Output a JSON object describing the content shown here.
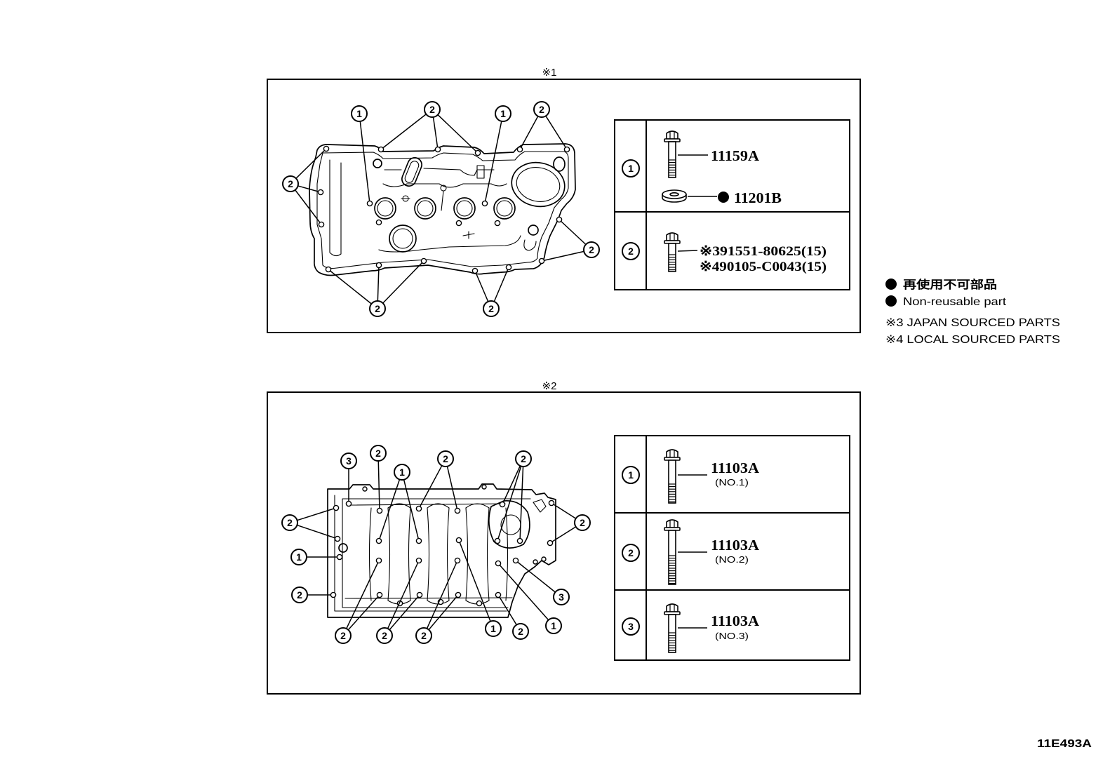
{
  "diagram_code": "11E493A",
  "icons": {
    "non_reusable_mark": "filled-circle-icon",
    "bolt": "flange-bolt-icon",
    "washer": "washer-icon"
  },
  "legend": {
    "non_reusable_ja": "再使用不可部品",
    "non_reusable_en": "Non-reusable part",
    "note_3": "※3 JAPAN SOURCED PARTS",
    "note_4": "※4 LOCAL SOURCED PARTS"
  },
  "panel1": {
    "label": "※1",
    "callouts": [
      "1",
      "2",
      "1",
      "2",
      "2",
      "2",
      "2",
      "2"
    ],
    "table": [
      {
        "key": "1",
        "bolt": "11159A",
        "washer": "11201B",
        "washer_non_reusable": true
      },
      {
        "key": "2",
        "bolt_japan": "※391551-80625(15)",
        "bolt_local": "※490105-C0043(15)"
      }
    ]
  },
  "panel2": {
    "label": "※2",
    "callouts": [
      "3",
      "2",
      "1",
      "2",
      "2",
      "2",
      "2",
      "1",
      "3",
      "2",
      "2",
      "2",
      "2",
      "1",
      "2",
      "1"
    ],
    "table": [
      {
        "key": "1",
        "part": "11103A",
        "sub": "(NO.1)"
      },
      {
        "key": "2",
        "part": "11103A",
        "sub": "(NO.2)"
      },
      {
        "key": "3",
        "part": "11103A",
        "sub": "(NO.3)"
      }
    ]
  }
}
